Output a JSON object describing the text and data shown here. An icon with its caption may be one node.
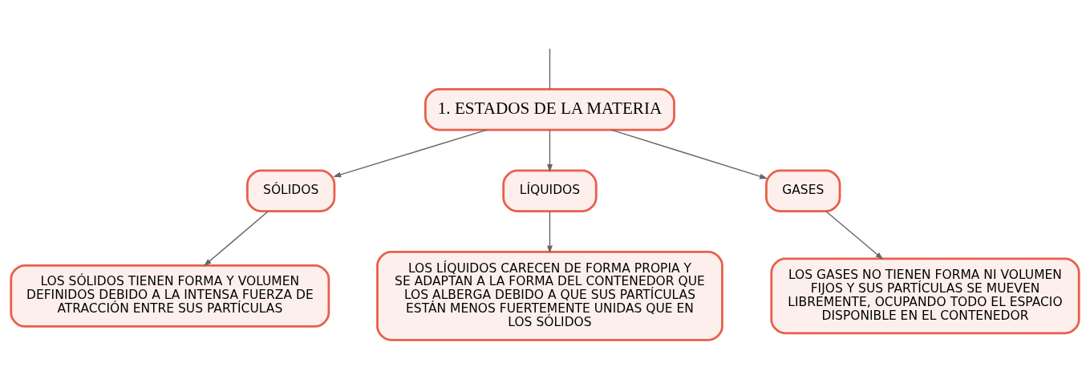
{
  "diagram": {
    "nodes": [
      {
        "text": [
          "1. ESTADOS DE LA MATERIA"
        ]
      },
      {
        "text": [
          "SÓLIDOS"
        ]
      },
      {
        "text": [
          "LÍQUIDOS"
        ]
      },
      {
        "text": [
          "GASES"
        ]
      },
      {
        "text": [
          "LOS SÓLIDOS TIENEN FORMA Y VOLUMEN DEFINIDOS DEBIDO A LA INTENSA FUERZA DE ATRACCIÓN ENTRE SUS PARTÍCULAS"
        ]
      },
      {
        "text": [
          "LOS LÍQUIDOS CARECEN DE FORMA PROPIA Y SE ADAPTAN A LA FORMA DEL CONTENEDOR QUE LOS ALBERGA DEBIDO A QUE SUS PARTÍCULAS ESTÁN MENOS FUERTEMENTE UNIDAS QUE EN LOS SÓLIDOS"
        ]
      },
      {
        "text": [
          "LOS GASES NO TIENEN FORMA NI VOLUMEN FIJOS Y SUS PARTÍCULAS SE MUEVEN LIBREMENTE, OCUPANDO TODO EL ESPACIO DISPONIBLE EN EL CONTENEDOR"
        ]
      }
    ],
    "edges": [
      {
        "from": null,
        "to": 0,
        "arrow": "none"
      },
      {
        "from": 0,
        "to": 1,
        "arrow": "to"
      },
      {
        "from": 0,
        "to": 2,
        "arrow": "to"
      },
      {
        "from": 0,
        "to": 3,
        "arrow": "to"
      },
      {
        "from": 1,
        "to": 4,
        "arrow": "to"
      },
      {
        "from": 2,
        "to": 5,
        "arrow": "to"
      },
      {
        "from": 3,
        "to": 6,
        "arrow": "to"
      }
    ]
  }
}
